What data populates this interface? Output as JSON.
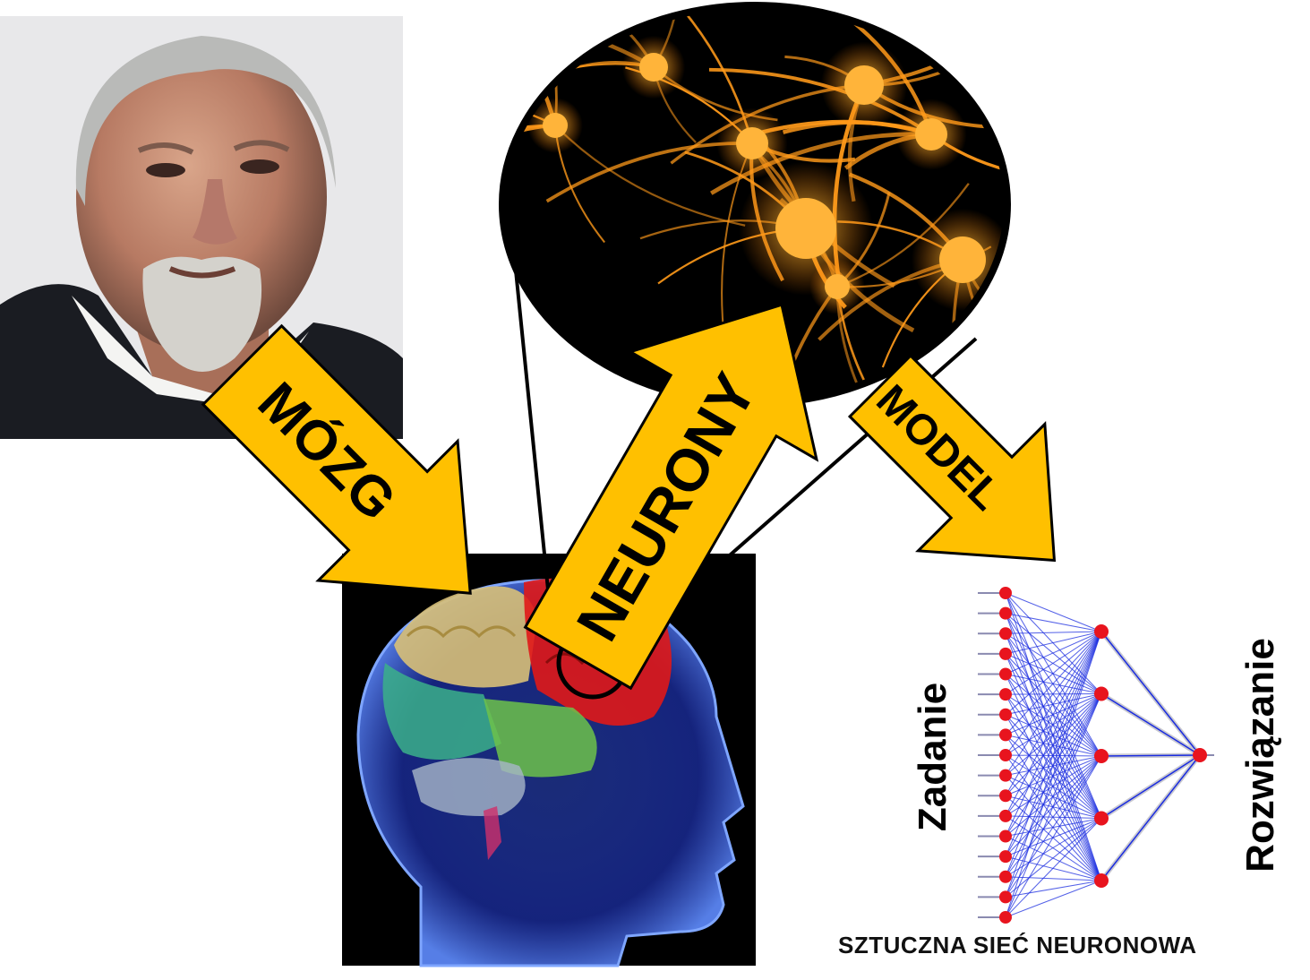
{
  "arrows": {
    "brain_label": "MÓZG",
    "neurons_label": "NEURONY",
    "model_label": "MODEL"
  },
  "network": {
    "input_label": "Zadanie",
    "output_label": "Rozwiązanie",
    "caption": "SZTUCZNA SIEĆ NEURONOWA",
    "input_nodes": 17,
    "hidden_nodes": 5,
    "output_nodes": 1
  },
  "colors": {
    "arrow_fill": "#FFC000",
    "neuron_glow": "#FF9A1A",
    "node": "#E8141E",
    "connection": "#1A2CE0",
    "brain_background": "#000000"
  }
}
